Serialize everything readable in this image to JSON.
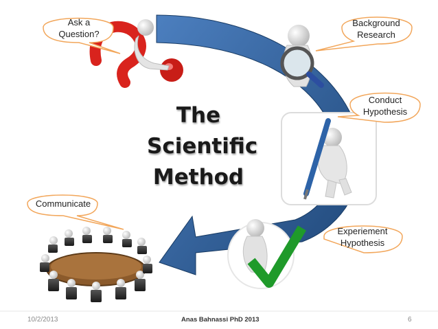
{
  "title_lines": [
    "The",
    "Scientific",
    "Method"
  ],
  "steps": {
    "ask": [
      "Ask a",
      "Question?"
    ],
    "background": [
      "Background",
      "Research"
    ],
    "conduct": [
      "Conduct",
      "Hypothesis"
    ],
    "experiment": [
      "Experiement",
      "Hypothesis"
    ],
    "communicate": [
      "Communicate"
    ]
  },
  "footer": {
    "date": "10/2/2013",
    "author": "Anas Bahnassi PhD 2013",
    "page": "6"
  },
  "colors": {
    "arrow": "#2e5d93",
    "bubble_border": "#f2a65a",
    "question_mark": "#d9231d",
    "check_mark": "#1f9a2a"
  }
}
